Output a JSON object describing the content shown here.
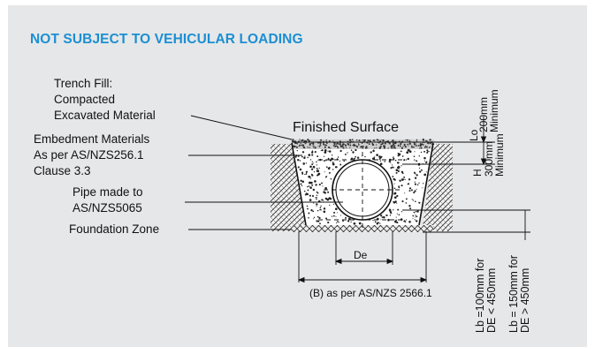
{
  "heading": "NOT SUBJECT TO VEHICULAR LOADING",
  "labels": {
    "trench_fill": [
      "Trench Fill:",
      "Compacted",
      "Excavated Material"
    ],
    "finished_surface": "Finished Surface",
    "embedment": [
      "Embedment Materials",
      "As per AS/NZS256.1",
      "Clause 3.3"
    ],
    "pipe": [
      "Pipe made to",
      "AS/NZS5065"
    ],
    "foundation": "Foundation Zone",
    "de": "De",
    "b_note": "(B) as per AS/NZS 2566.1",
    "lo": "Lo",
    "h": "H",
    "min_200": [
      "200mm",
      "Minimum"
    ],
    "min_300": [
      "300mm",
      "Minimum"
    ],
    "lb_100": [
      "Lb =100mm for",
      "DE < 450mm"
    ],
    "lb_150": [
      "Lb = 150mm for",
      "DE > 450mm"
    ]
  },
  "colors": {
    "panel_bg": "#e6e7e8",
    "heading": "#1b8fd3",
    "ink": "#111111"
  }
}
